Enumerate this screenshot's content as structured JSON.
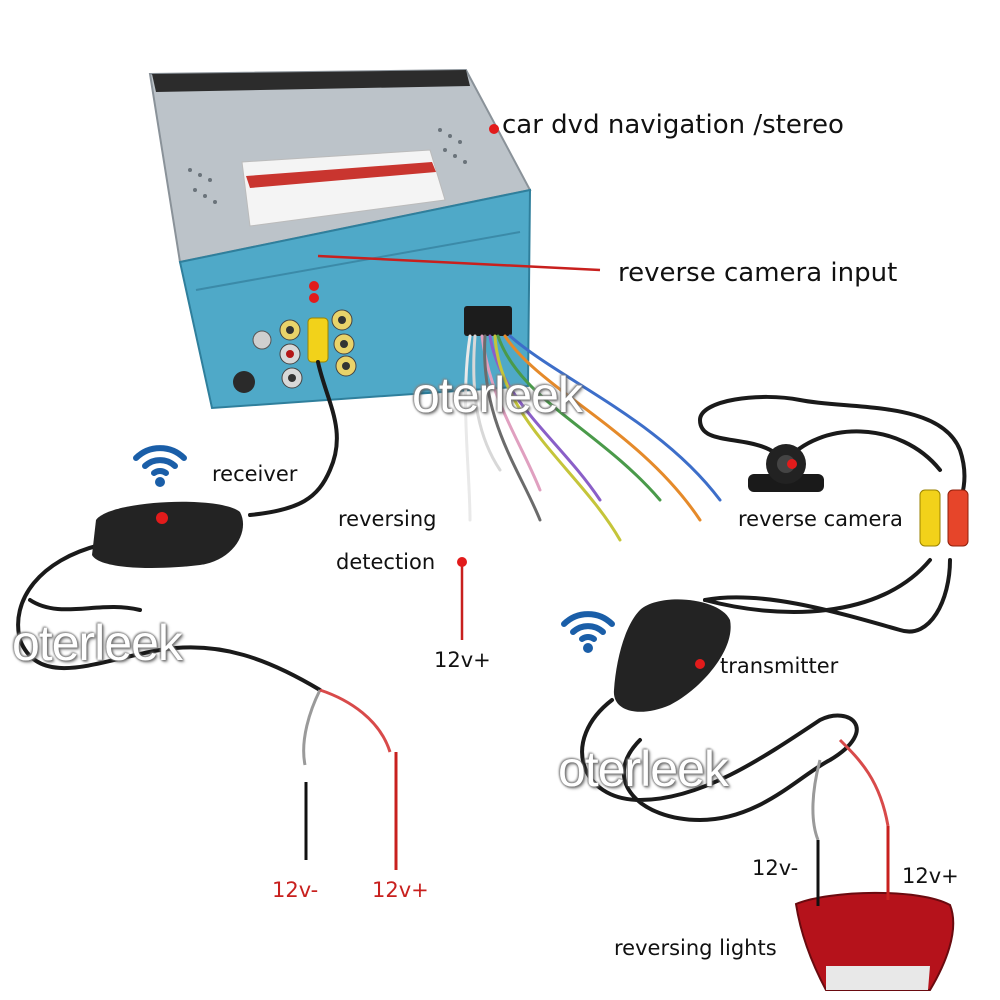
{
  "labels": {
    "dvd": "car dvd navigation /stereo",
    "camera_input": "reverse camera input",
    "receiver": "receiver",
    "reversing_detection_1": "reversing",
    "reversing_detection_2": "detection",
    "detection_12v": "12v+",
    "reverse_camera": "reverse camera",
    "transmitter": "transmitter",
    "receiver_neg": "12v-",
    "receiver_pos": "12v+",
    "lights_neg": "12v-",
    "lights_pos": "12v+",
    "reversing_lights": "reversing lights"
  },
  "watermark": "oterleek",
  "colors": {
    "label_text": "#111111",
    "pos_wire": "#c8201e",
    "neg_wire": "#111111",
    "marker": "#e21b1b",
    "wifi": "#1a5ea8",
    "unit_body": "#4fa9c8",
    "cable": "#1a1a1a"
  }
}
